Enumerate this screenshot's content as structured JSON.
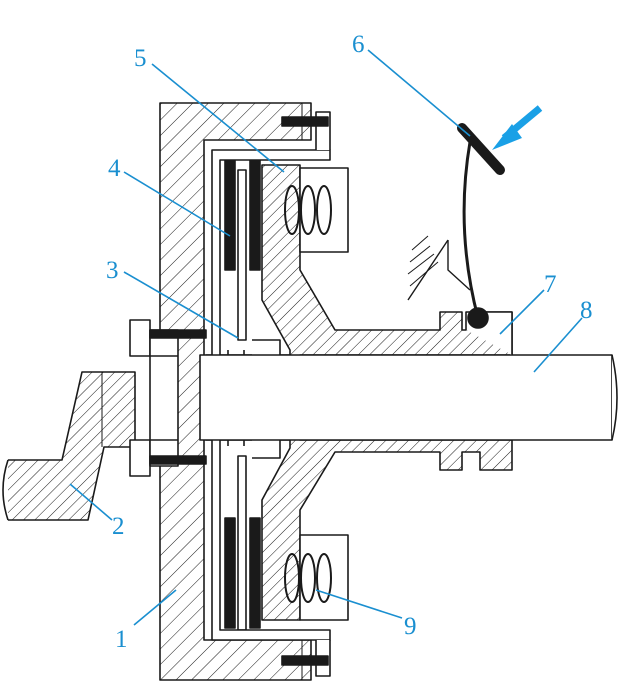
{
  "diagram": {
    "callouts": [
      {
        "id": "1",
        "label": "1"
      },
      {
        "id": "2",
        "label": "2"
      },
      {
        "id": "3",
        "label": "3"
      },
      {
        "id": "4",
        "label": "4"
      },
      {
        "id": "5",
        "label": "5"
      },
      {
        "id": "6",
        "label": "6"
      },
      {
        "id": "7",
        "label": "7"
      },
      {
        "id": "8",
        "label": "8"
      },
      {
        "id": "9",
        "label": "9"
      }
    ],
    "colors": {
      "callout": "#1a8fd0",
      "line": "#1a1a1a",
      "force_arrow": "#1aa0e6",
      "friction_disc": "#1a1a1a"
    },
    "icons": {
      "force_arrow": "arrow-icon"
    }
  }
}
